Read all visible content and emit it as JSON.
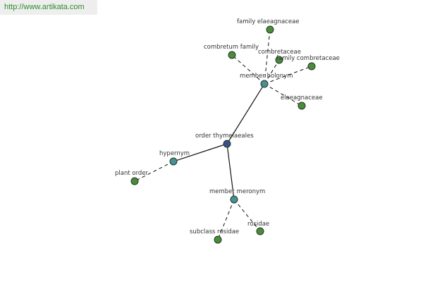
{
  "watermark": {
    "text": "http://www.artikata.com"
  },
  "graph": {
    "colors": {
      "root": "#3a4e8a",
      "relation": "#4a8f96",
      "leaf": "#4e8a3e"
    },
    "nodes": [
      {
        "id": "order-thymelaeales",
        "label": "order thymelaeales",
        "kind": "root"
      },
      {
        "id": "member-holonym",
        "label": "member holonym",
        "kind": "relation"
      },
      {
        "id": "hypernym",
        "label": "hypernym",
        "kind": "relation"
      },
      {
        "id": "member-meronym",
        "label": "member meronym",
        "kind": "relation"
      },
      {
        "id": "family-elaeagnaceae",
        "label": "family elaeagnaceae",
        "kind": "leaf"
      },
      {
        "id": "combretum-family",
        "label": "combretum family",
        "kind": "leaf"
      },
      {
        "id": "combretaceae",
        "label": "combretaceae",
        "kind": "leaf"
      },
      {
        "id": "family-combretaceae",
        "label": "family combretaceae",
        "kind": "leaf"
      },
      {
        "id": "elaeagnaceae",
        "label": "elaeagnaceae",
        "kind": "leaf"
      },
      {
        "id": "plant-order",
        "label": "plant order",
        "kind": "leaf"
      },
      {
        "id": "subclass-rosidae",
        "label": "subclass rosidae",
        "kind": "leaf"
      },
      {
        "id": "rosidae",
        "label": "rosidae",
        "kind": "leaf"
      }
    ],
    "edges": [
      {
        "from": "order-thymelaeales",
        "to": "member-holonym",
        "style": "solid"
      },
      {
        "from": "order-thymelaeales",
        "to": "hypernym",
        "style": "solid"
      },
      {
        "from": "order-thymelaeales",
        "to": "member-meronym",
        "style": "solid"
      },
      {
        "from": "member-holonym",
        "to": "family-elaeagnaceae",
        "style": "dashed"
      },
      {
        "from": "member-holonym",
        "to": "combretum-family",
        "style": "dashed"
      },
      {
        "from": "member-holonym",
        "to": "combretaceae",
        "style": "dashed"
      },
      {
        "from": "member-holonym",
        "to": "family-combretaceae",
        "style": "dashed"
      },
      {
        "from": "member-holonym",
        "to": "elaeagnaceae",
        "style": "dashed"
      },
      {
        "from": "hypernym",
        "to": "plant-order",
        "style": "dashed"
      },
      {
        "from": "member-meronym",
        "to": "subclass-rosidae",
        "style": "dashed"
      },
      {
        "from": "member-meronym",
        "to": "rosidae",
        "style": "dashed"
      }
    ]
  }
}
